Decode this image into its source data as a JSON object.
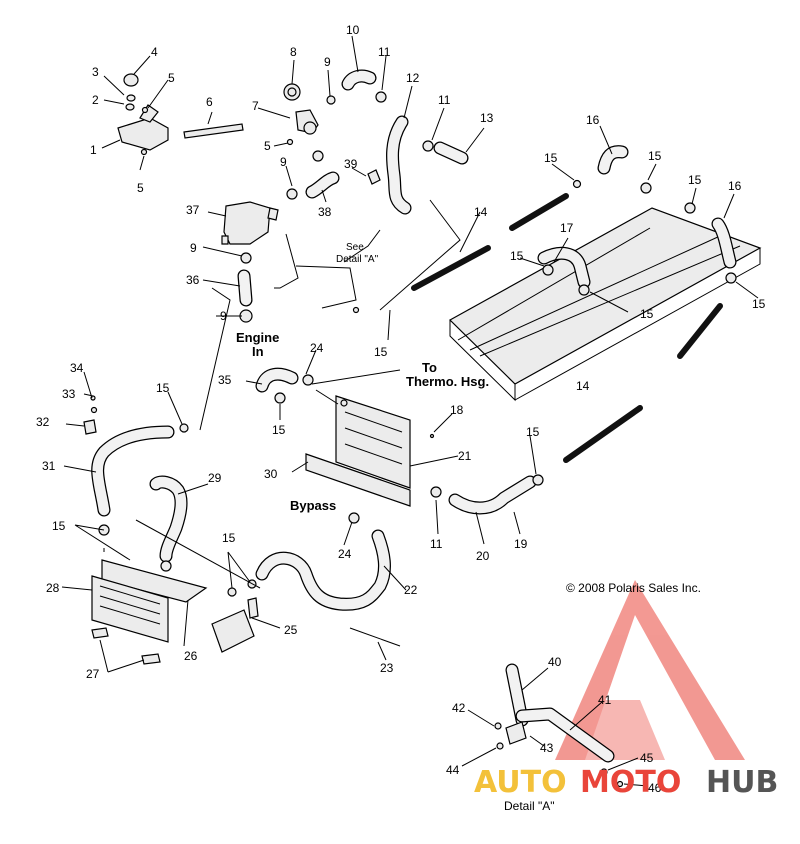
{
  "callouts": [
    "1",
    "2",
    "3",
    "4",
    "5",
    "5",
    "5",
    "6",
    "7",
    "8",
    "9",
    "9",
    "9",
    "9",
    "9",
    "10",
    "11",
    "11",
    "11",
    "12",
    "13",
    "14",
    "14",
    "15",
    "15",
    "15",
    "15",
    "15",
    "15",
    "15",
    "15",
    "15",
    "15",
    "15",
    "15",
    "16",
    "16",
    "17",
    "18",
    "19",
    "20",
    "21",
    "22",
    "23",
    "24",
    "24",
    "25",
    "26",
    "27",
    "28",
    "29",
    "30",
    "31",
    "32",
    "33",
    "34",
    "35",
    "36",
    "37",
    "38",
    "39",
    "40",
    "41",
    "42",
    "43",
    "44",
    "45",
    "46"
  ],
  "labels": {
    "engine_in_1": "Engine",
    "engine_in_2": "In",
    "see_detail_1": "See",
    "see_detail_2": "Detail \"A\"",
    "to_thermo_1": "To",
    "to_thermo_2": "Thermo. Hsg.",
    "bypass": "Bypass",
    "detail_a": "Detail \"A\"",
    "copyright": "© 2008 Polaris Sales Inc."
  },
  "watermark": {
    "part1": "AUTO",
    "part2": "MOTO",
    "part3": "HUB",
    "colors": {
      "auto": "#f3c13a",
      "moto": "#e9453a",
      "hub": "#555555",
      "logo": "#e9453a"
    }
  }
}
